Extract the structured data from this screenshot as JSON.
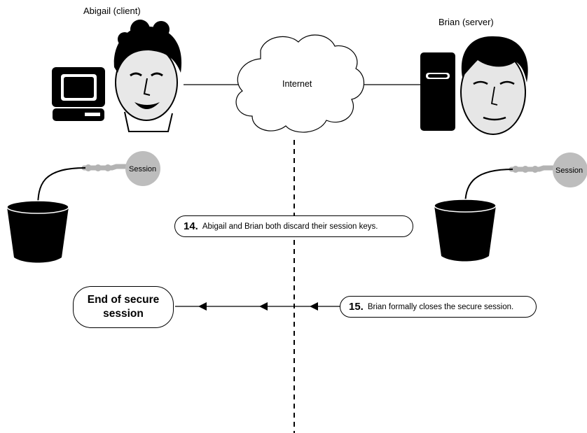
{
  "client": {
    "title": "Abigail (client)"
  },
  "server": {
    "title": "Brian (server)"
  },
  "network": {
    "label": "Internet"
  },
  "keys": {
    "left_label": "Session",
    "right_label": "Session"
  },
  "steps": [
    {
      "number": "14.",
      "text": "Abigail and Brian both discard their session keys."
    },
    {
      "number": "15.",
      "text": "Brian formally closes the secure session."
    }
  ],
  "end_box": {
    "line1": "End of secure",
    "line2": "session"
  },
  "icons": [
    "computer-icon",
    "server-tower-icon",
    "cloud-icon",
    "key-icon",
    "trash-bin-icon",
    "arrow-icon"
  ]
}
